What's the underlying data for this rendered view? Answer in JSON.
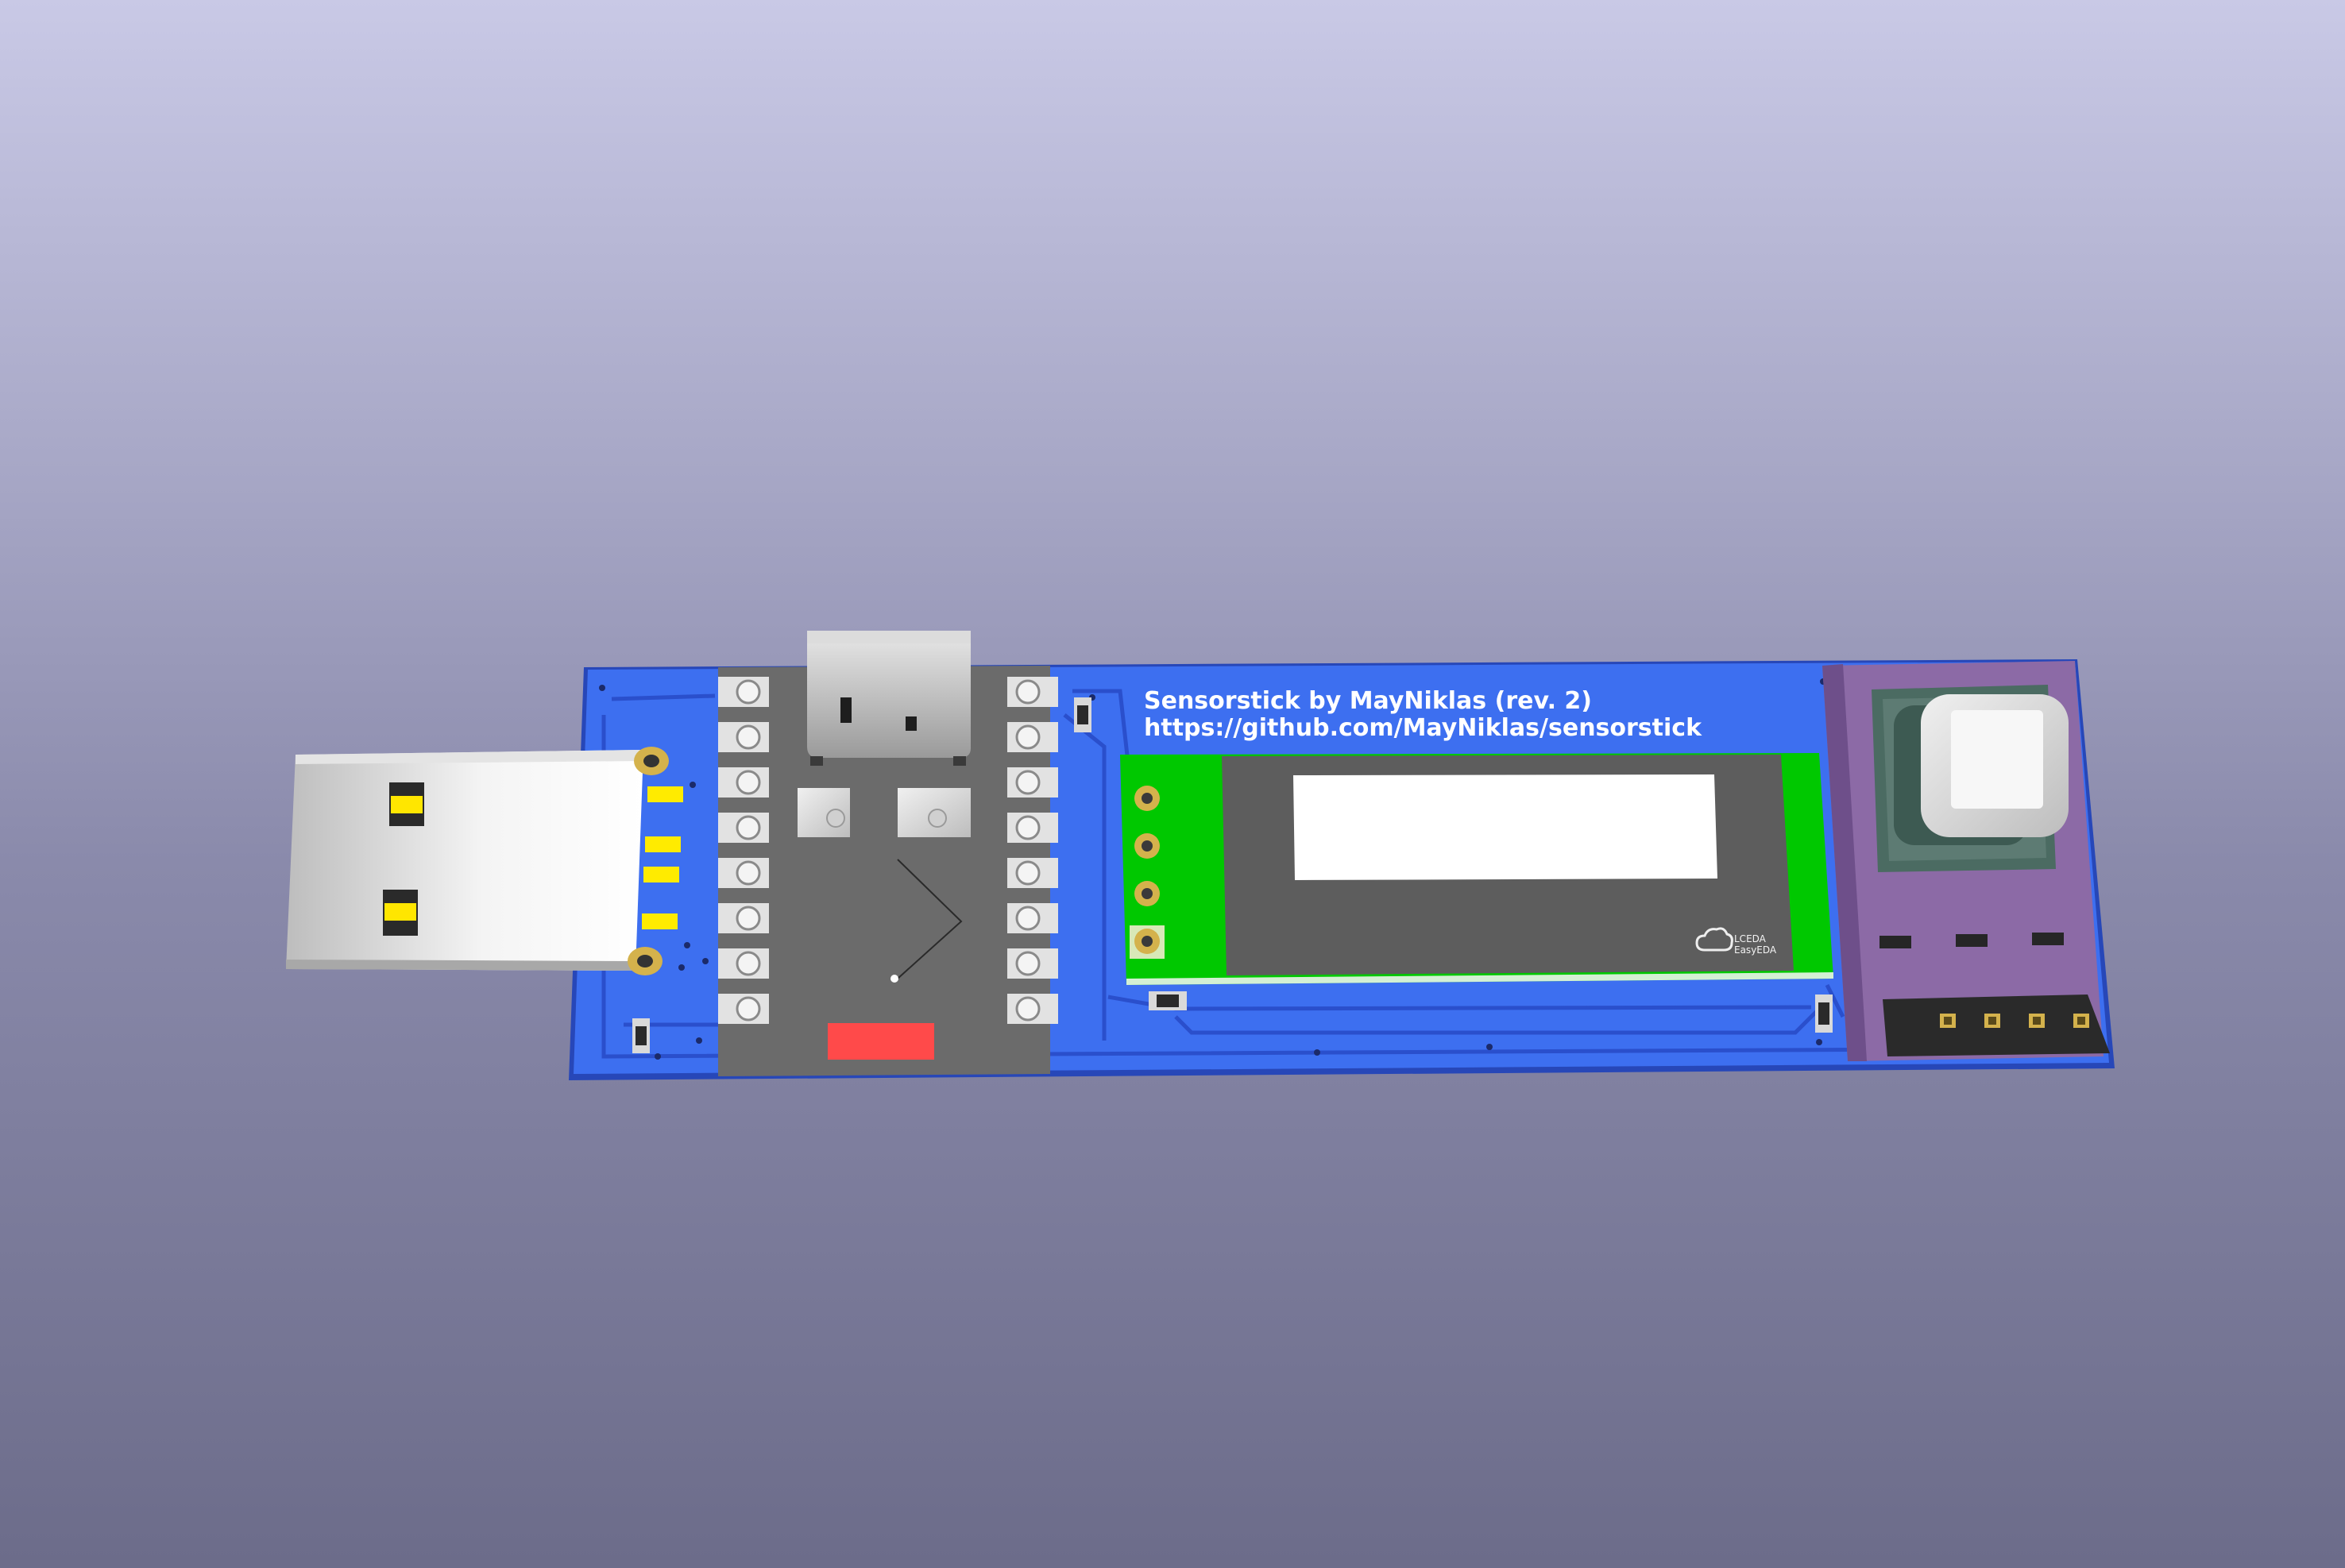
{
  "viewer": {
    "colors": {
      "background_top": "#c9c9e6",
      "background_bottom": "#6c6c8a",
      "pcb_blue": "#2d5fe3",
      "silkscreen": "#ffffff",
      "module_gray": "#6b6b6b",
      "display_green": "#00c800",
      "sensor_purple": "#8c6aa6",
      "gold": "#d4b24c",
      "red_marker": "#ff4a4a"
    }
  },
  "board": {
    "silkscreen_title": "Sensorstick by MayNiklas (rev. 2)",
    "silkscreen_url": "https://github.com/MayNiklas/sensorstick",
    "components": {
      "usb_a": {
        "icon": "usb-a-plug-icon"
      },
      "usb_c": {
        "icon": "usb-c-port-icon"
      },
      "mcu_module": {
        "pin_count": 16
      },
      "oled": {
        "pin_count": 4,
        "logo_line1": "LCEDA",
        "logo_line2": "EasyEDA",
        "logo_icon": "cloud-icon"
      },
      "sensor": {
        "connector_pins": 4
      }
    }
  }
}
